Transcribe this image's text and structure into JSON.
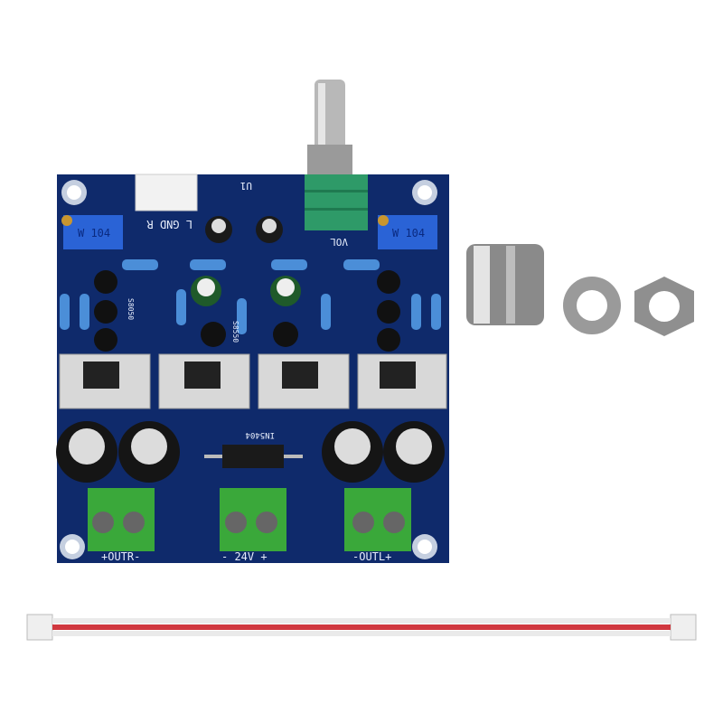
{
  "product": {
    "board_labels": {
      "out_right": "+OUTR-",
      "power": "- 24V +",
      "out_left": "-OUTL+",
      "input_connector": "L GND R",
      "volume": "VOL",
      "ic": "U1",
      "trimmer_left": "W 104",
      "trimmer_right": "W 104",
      "diode": "IN5404",
      "transistor_a": "S8050",
      "transistor_b": "S8550"
    },
    "colors": {
      "pcb": "#0f2a6b",
      "terminal": "#3aa83a",
      "potentiometer": "#2e9a68",
      "trimmer": "#2a63d6",
      "heatsink": "#d8d8d8",
      "cable_red": "#d0383f"
    }
  }
}
